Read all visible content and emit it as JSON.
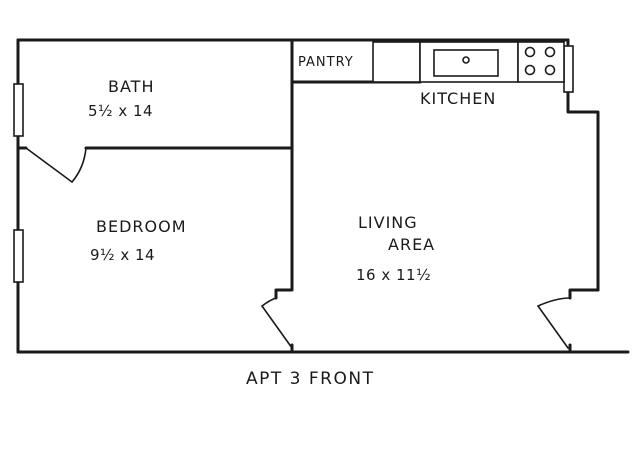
{
  "rooms": {
    "bath": {
      "name": "BATH",
      "size": "5½ x 14"
    },
    "bedroom": {
      "name": "BEDROOM",
      "size": "9½ x 14"
    },
    "pantry": {
      "name": "PANTRY"
    },
    "kitchen": {
      "name": "KITCHEN"
    },
    "living": {
      "name_line1": "LIVING",
      "name_line2": "AREA",
      "size": "16 x 11½"
    }
  },
  "caption": "APT 3 FRONT"
}
